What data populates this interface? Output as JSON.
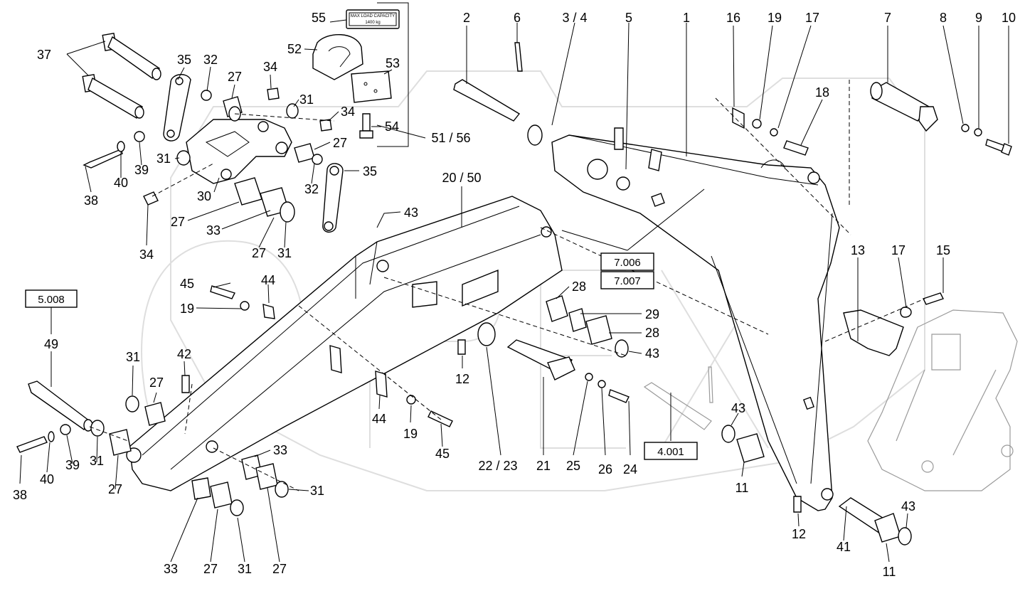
{
  "labels": {
    "p1": "1",
    "p2": "2",
    "p3_4": "3 / 4",
    "p5": "5",
    "p6": "6",
    "p7": "7",
    "p8": "8",
    "p9": "9",
    "p10": "10",
    "p11a": "11",
    "p11b": "11",
    "p12a": "12",
    "p12b": "12",
    "p13": "13",
    "p15": "15",
    "p16": "16",
    "p17a": "17",
    "p17b": "17",
    "p18": "18",
    "p19a": "19",
    "p19b": "19",
    "p19c": "19",
    "p20_50": "20 / 50",
    "p21": "21",
    "p22_23": "22 / 23",
    "p24": "24",
    "p25": "25",
    "p26": "26",
    "p27a": "27",
    "p27b": "27",
    "p27c": "27",
    "p27d": "27",
    "p27e": "27",
    "p27f": "27",
    "p27g": "27",
    "p27h": "27",
    "p28a": "28",
    "p28b": "28",
    "p29": "29",
    "p30": "30",
    "p31a": "31",
    "p31b": "31",
    "p31c": "31",
    "p31d": "31",
    "p31e": "31",
    "p31f": "31",
    "p31g": "31",
    "p32a": "32",
    "p32b": "32",
    "p33a": "33",
    "p33b": "33",
    "p33c": "33",
    "p34a": "34",
    "p34b": "34",
    "p34c": "34",
    "p35a": "35",
    "p35b": "35",
    "p37": "37",
    "p38a": "38",
    "p38b": "38",
    "p39a": "39",
    "p39b": "39",
    "p40a": "40",
    "p40b": "40",
    "p41": "41",
    "p42": "42",
    "p43a": "43",
    "p43b": "43",
    "p43c": "43",
    "p43d": "43",
    "p44a": "44",
    "p44b": "44",
    "p45a": "45",
    "p45b": "45",
    "p49": "49",
    "p51_56": "51 / 56",
    "p52": "52",
    "p53": "53",
    "p54": "54",
    "p55": "55"
  },
  "reference_boxes": {
    "r5008": "5.008",
    "r7006": "7.006",
    "r7007": "7.007",
    "r4001": "4.001"
  },
  "decal_text": {
    "line1": "MAX LOAD CAPACITY",
    "line2": "1400 kg"
  },
  "colors": {
    "ink": "#000000",
    "watermark": "#dedede",
    "ghost_part": "#9a9a9a"
  }
}
